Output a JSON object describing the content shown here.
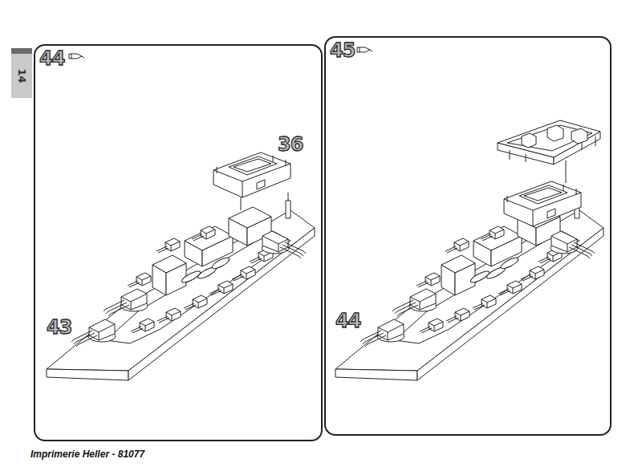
{
  "diagram": {
    "nodes": [
      {
        "text": [
          "14"
        ]
      },
      {
        "text": [
          "44"
        ]
      },
      {
        "text": [
          "45"
        ]
      }
    ],
    "labels": [
      "36",
      "43",
      "44",
      "Imprimerie Heller - 81077"
    ]
  }
}
